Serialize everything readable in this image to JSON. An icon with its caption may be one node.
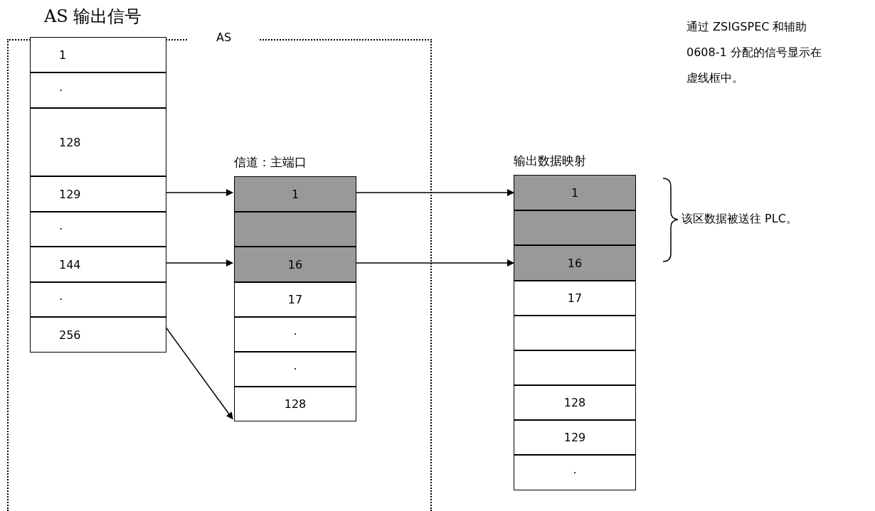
{
  "diagram": {
    "nodes": [
      {
        "text": [
          "AS"
        ]
      },
      {
        "text": [
          "AS 输出信号"
        ],
        "in": 0
      },
      {
        "text": [
          "1"
        ],
        "in": 1
      },
      {
        "text": [
          "·"
        ],
        "in": 1
      },
      {
        "text": [
          "128"
        ],
        "in": 1
      },
      {
        "text": [
          "129"
        ],
        "in": 1
      },
      {
        "text": [
          "·"
        ],
        "in": 1
      },
      {
        "text": [
          "144"
        ],
        "in": 1
      },
      {
        "text": [
          "·"
        ],
        "in": 1
      },
      {
        "text": [
          "256"
        ],
        "in": 1
      },
      {
        "text": [
          "信道：主端口"
        ],
        "in": 0
      },
      {
        "text": [
          "1"
        ],
        "in": 10
      },
      {
        "text": [],
        "shape": "box",
        "in": 10
      },
      {
        "text": [
          "16"
        ],
        "in": 10
      },
      {
        "text": [
          "17"
        ],
        "in": 10
      },
      {
        "text": [
          "·"
        ],
        "in": 10
      },
      {
        "text": [
          "·"
        ],
        "in": 10
      },
      {
        "text": [
          "128"
        ],
        "in": 10
      },
      {
        "text": [
          "输出数据映射"
        ]
      },
      {
        "text": [
          "1"
        ],
        "in": 18
      },
      {
        "text": [],
        "shape": "box",
        "in": 18
      },
      {
        "text": [
          "16"
        ],
        "in": 18
      },
      {
        "text": [
          "17"
        ],
        "in": 18
      },
      {
        "text": [],
        "shape": "box",
        "in": 18
      },
      {
        "text": [],
        "shape": "box",
        "in": 18
      },
      {
        "text": [
          "128"
        ],
        "in": 18
      },
      {
        "text": [
          "129"
        ],
        "in": 18
      },
      {
        "text": [
          "·"
        ],
        "in": 18
      }
    ],
    "edges": [
      {
        "from": 5,
        "to": 11,
        "arrow": "to"
      },
      {
        "from": 7,
        "to": 13,
        "arrow": "to"
      },
      {
        "from": 9,
        "to": 17,
        "arrow": "to"
      },
      {
        "from": 11,
        "to": 19,
        "arrow": "to"
      },
      {
        "from": 13,
        "to": 21,
        "arrow": "to"
      }
    ],
    "labels": [
      "通过 ZSIGSPEC 和辅助 0608-1 分配的信号显示在虚线框中。",
      "该区数据被送往 PLC。"
    ]
  }
}
